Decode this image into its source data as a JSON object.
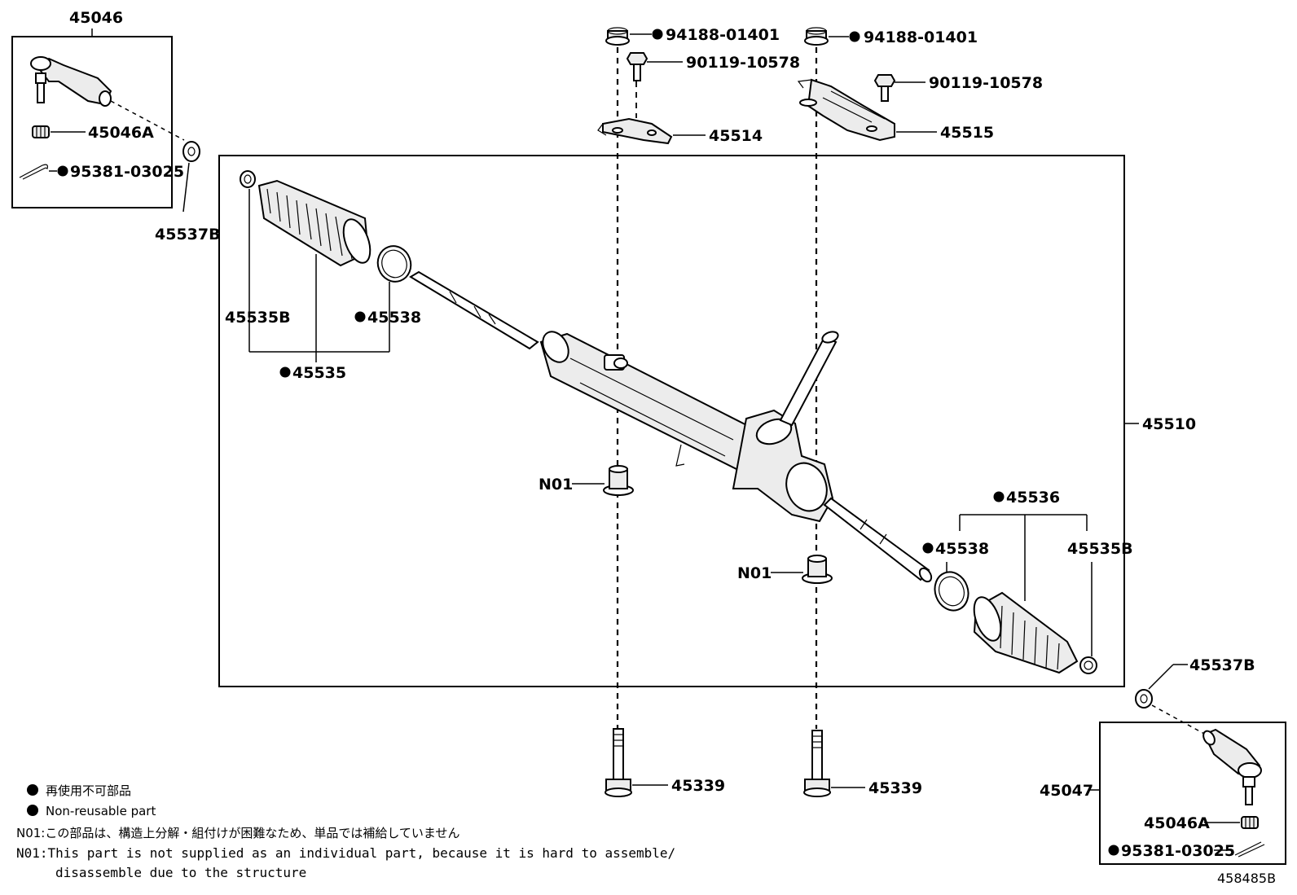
{
  "diagram_id": "458485B",
  "parts": {
    "p45046": "45046",
    "p45046a_left": "45046A",
    "p95381_left": "95381-03025",
    "p45537b_left": "45537B",
    "p94188_left": "94188-01401",
    "p90119_left": "90119-10578",
    "p45514": "45514",
    "p94188_right": "94188-01401",
    "p90119_right": "90119-10578",
    "p45515": "45515",
    "p45535b_left": "45535B",
    "p45538_left": "45538",
    "p45535": "45535",
    "p45510": "45510",
    "n01_left": "N01",
    "n01_right": "N01",
    "p45536": "45536",
    "p45538_right": "45538",
    "p45535b_right": "45535B",
    "p45537b_right": "45537B",
    "p45047": "45047",
    "p45046a_right": "45046A",
    "p95381_right": "95381-03025",
    "p45339_left": "45339",
    "p45339_right": "45339"
  },
  "legend": {
    "jp_nonreusable": "再使用不可部品",
    "en_nonreusable": "Non-reusable part",
    "n01_jp": "N01:この部品は、構造上分解・組付けが困難なため、単品では補給していません",
    "n01_en_line1": "N01:This part is not supplied as an individual part, because it is hard to assemble/",
    "n01_en_line2": "disassemble due to the structure"
  }
}
